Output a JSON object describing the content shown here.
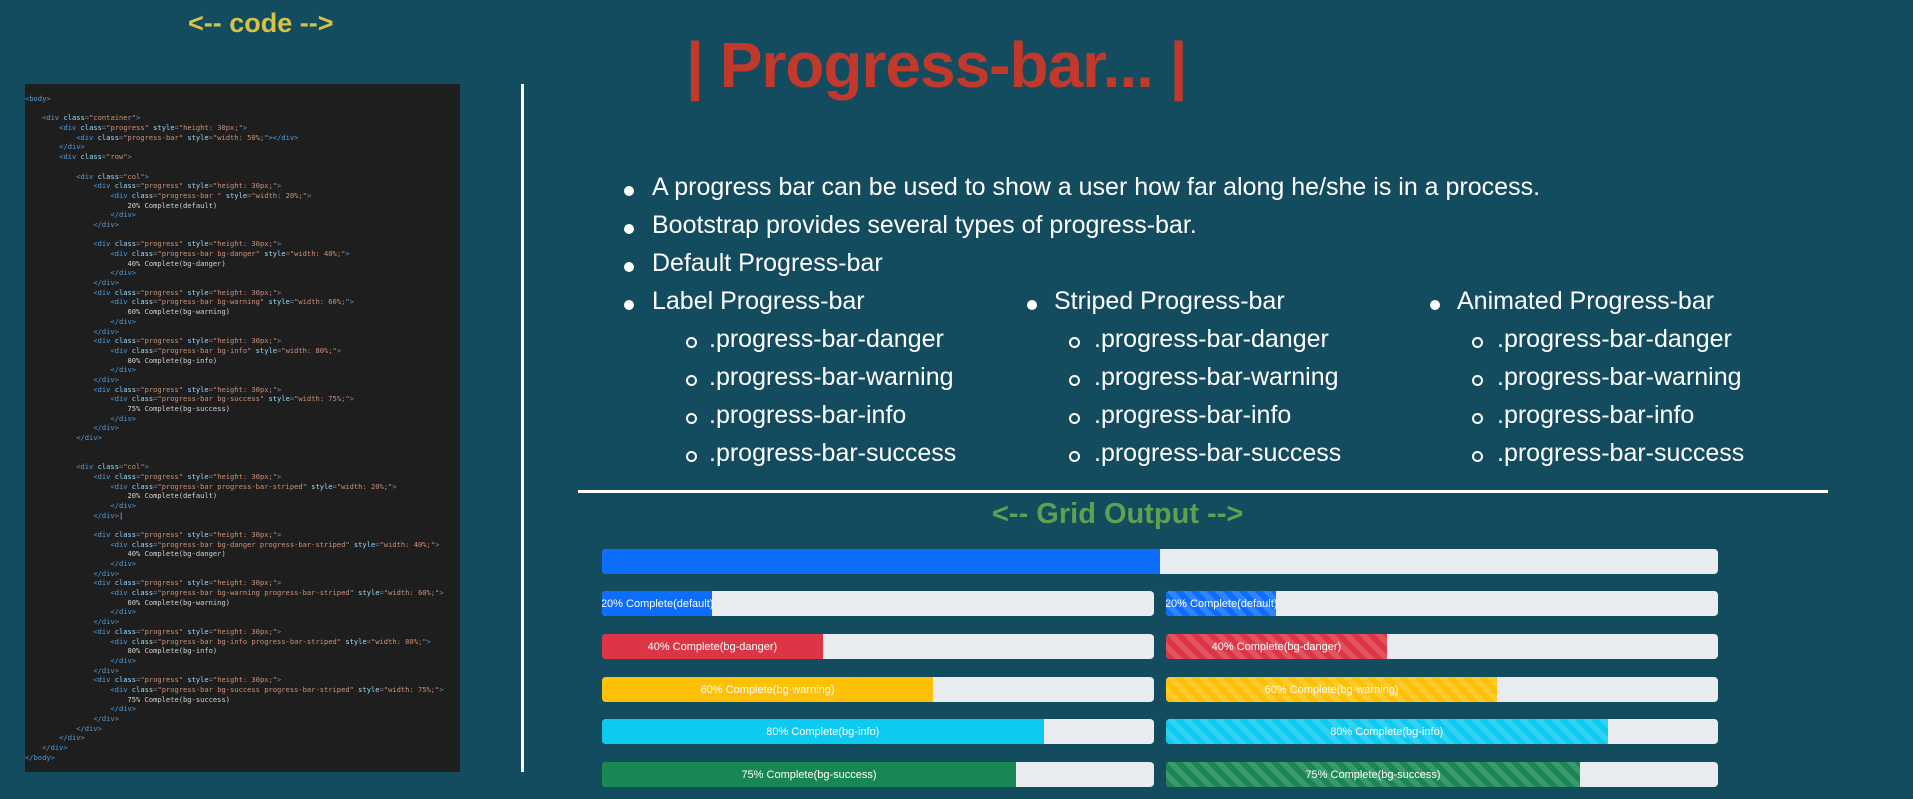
{
  "code_title": "<-- code -->",
  "main_title": "| Progress-bar... |",
  "grid_title": "<-- Grid Output -->",
  "notes": {
    "bullets": [
      "A progress bar can be used to show a user how far along he/she is in a process.",
      "Bootstrap provides several types of progress-bar.",
      "Default Progress-bar"
    ],
    "columns": [
      {
        "heading": "Label Progress-bar",
        "items": [
          ".progress-bar-danger",
          ".progress-bar-warning",
          ".progress-bar-info",
          ".progress-bar-success"
        ]
      },
      {
        "heading": "Striped Progress-bar",
        "items": [
          ".progress-bar-danger",
          ".progress-bar-warning",
          ".progress-bar-info",
          ".progress-bar-success"
        ]
      },
      {
        "heading": "Animated Progress-bar",
        "items": [
          ".progress-bar-danger",
          ".progress-bar-warning",
          ".progress-bar-info",
          ".progress-bar-success"
        ]
      }
    ]
  },
  "colors": {
    "default": "#0d6efd",
    "danger": "#dc3545",
    "warning": "#ffc107",
    "info": "#0dcaf0",
    "success": "#198754"
  },
  "progress": {
    "full": {
      "value": 50,
      "label": "",
      "color": "default"
    },
    "rows": [
      {
        "value": 20,
        "label": "20% Complete(default)",
        "color": "default"
      },
      {
        "value": 40,
        "label": "40% Complete(bg-danger)",
        "color": "danger"
      },
      {
        "value": 60,
        "label": "60% Complete(bg-warning)",
        "color": "warning"
      },
      {
        "value": 80,
        "label": "80% Complete(bg-info)",
        "color": "info"
      },
      {
        "value": 75,
        "label": "75% Complete(bg-success)",
        "color": "success"
      }
    ]
  },
  "code_lines": [
    [
      [
        "kw",
        "<body>"
      ]
    ],
    [],
    [
      [
        "tx",
        "    "
      ],
      [
        "kw",
        "<div "
      ],
      [
        "at",
        "class"
      ],
      [
        "pu",
        "="
      ],
      [
        "st",
        "\"container\""
      ],
      [
        "kw",
        ">"
      ]
    ],
    [
      [
        "tx",
        "        "
      ],
      [
        "kw",
        "<div "
      ],
      [
        "at",
        "class"
      ],
      [
        "pu",
        "="
      ],
      [
        "st",
        "\"progress\" "
      ],
      [
        "at",
        "style"
      ],
      [
        "pu",
        "="
      ],
      [
        "st",
        "\"height: 30px;\""
      ],
      [
        "kw",
        ">"
      ]
    ],
    [
      [
        "tx",
        "            "
      ],
      [
        "kw",
        "<div "
      ],
      [
        "at",
        "class"
      ],
      [
        "pu",
        "="
      ],
      [
        "st",
        "\"progress-bar\" "
      ],
      [
        "at",
        "style"
      ],
      [
        "pu",
        "="
      ],
      [
        "st",
        "\"width: 50%;\""
      ],
      [
        "kw",
        "></div>"
      ]
    ],
    [
      [
        "tx",
        "        "
      ],
      [
        "kw",
        "</div>"
      ]
    ],
    [
      [
        "tx",
        "        "
      ],
      [
        "kw",
        "<div "
      ],
      [
        "at",
        "class"
      ],
      [
        "pu",
        "="
      ],
      [
        "st",
        "\"row\""
      ],
      [
        "kw",
        ">"
      ]
    ],
    [],
    [
      [
        "tx",
        "            "
      ],
      [
        "kw",
        "<div "
      ],
      [
        "at",
        "class"
      ],
      [
        "pu",
        "="
      ],
      [
        "st",
        "\"col\""
      ],
      [
        "kw",
        ">"
      ]
    ],
    [
      [
        "tx",
        "                "
      ],
      [
        "kw",
        "<div "
      ],
      [
        "at",
        "class"
      ],
      [
        "pu",
        "="
      ],
      [
        "st",
        "\"progress\" "
      ],
      [
        "at",
        "style"
      ],
      [
        "pu",
        "="
      ],
      [
        "st",
        "\"height: 30px;\""
      ],
      [
        "kw",
        ">"
      ]
    ],
    [
      [
        "tx",
        "                    "
      ],
      [
        "kw",
        "<div "
      ],
      [
        "at",
        "class"
      ],
      [
        "pu",
        "="
      ],
      [
        "st",
        "\"progress-bar \" "
      ],
      [
        "at",
        "style"
      ],
      [
        "pu",
        "="
      ],
      [
        "st",
        "\"width: 20%;\""
      ],
      [
        "kw",
        ">"
      ]
    ],
    [
      [
        "tx",
        "                        20% Complete(default)"
      ]
    ],
    [
      [
        "tx",
        "                    "
      ],
      [
        "kw",
        "</div>"
      ]
    ],
    [
      [
        "tx",
        "                "
      ],
      [
        "kw",
        "</div>"
      ]
    ],
    [],
    [
      [
        "tx",
        "                "
      ],
      [
        "kw",
        "<div "
      ],
      [
        "at",
        "class"
      ],
      [
        "pu",
        "="
      ],
      [
        "st",
        "\"progress\" "
      ],
      [
        "at",
        "style"
      ],
      [
        "pu",
        "="
      ],
      [
        "st",
        "\"height: 30px;\""
      ],
      [
        "kw",
        ">"
      ]
    ],
    [
      [
        "tx",
        "                    "
      ],
      [
        "kw",
        "<div "
      ],
      [
        "at",
        "class"
      ],
      [
        "pu",
        "="
      ],
      [
        "st",
        "\"progress-bar bg-danger\" "
      ],
      [
        "at",
        "style"
      ],
      [
        "pu",
        "="
      ],
      [
        "st",
        "\"width: 40%;\""
      ],
      [
        "kw",
        ">"
      ]
    ],
    [
      [
        "tx",
        "                        40% Complete(bg-danger)"
      ]
    ],
    [
      [
        "tx",
        "                    "
      ],
      [
        "kw",
        "</div>"
      ]
    ],
    [
      [
        "tx",
        "                "
      ],
      [
        "kw",
        "</div>"
      ]
    ],
    [
      [
        "tx",
        "                "
      ],
      [
        "kw",
        "<div "
      ],
      [
        "at",
        "class"
      ],
      [
        "pu",
        "="
      ],
      [
        "st",
        "\"progress\" "
      ],
      [
        "at",
        "style"
      ],
      [
        "pu",
        "="
      ],
      [
        "st",
        "\"height: 30px;\""
      ],
      [
        "kw",
        ">"
      ]
    ],
    [
      [
        "tx",
        "                    "
      ],
      [
        "kw",
        "<div "
      ],
      [
        "at",
        "class"
      ],
      [
        "pu",
        "="
      ],
      [
        "st",
        "\"progress-bar bg-warning\" "
      ],
      [
        "at",
        "style"
      ],
      [
        "pu",
        "="
      ],
      [
        "st",
        "\"width: 60%;\""
      ],
      [
        "kw",
        ">"
      ]
    ],
    [
      [
        "tx",
        "                        60% Complete(bg-warning)"
      ]
    ],
    [
      [
        "tx",
        "                    "
      ],
      [
        "kw",
        "</div>"
      ]
    ],
    [
      [
        "tx",
        "                "
      ],
      [
        "kw",
        "</div>"
      ]
    ],
    [
      [
        "tx",
        "                "
      ],
      [
        "kw",
        "<div "
      ],
      [
        "at",
        "class"
      ],
      [
        "pu",
        "="
      ],
      [
        "st",
        "\"progress\" "
      ],
      [
        "at",
        "style"
      ],
      [
        "pu",
        "="
      ],
      [
        "st",
        "\"height: 30px;\""
      ],
      [
        "kw",
        ">"
      ]
    ],
    [
      [
        "tx",
        "                    "
      ],
      [
        "kw",
        "<div "
      ],
      [
        "at",
        "class"
      ],
      [
        "pu",
        "="
      ],
      [
        "st",
        "\"progress-bar bg-info\" "
      ],
      [
        "at",
        "style"
      ],
      [
        "pu",
        "="
      ],
      [
        "st",
        "\"width: 80%;\""
      ],
      [
        "kw",
        ">"
      ]
    ],
    [
      [
        "tx",
        "                        80% Complete(bg-info)"
      ]
    ],
    [
      [
        "tx",
        "                    "
      ],
      [
        "kw",
        "</div>"
      ]
    ],
    [
      [
        "tx",
        "                "
      ],
      [
        "kw",
        "</div>"
      ]
    ],
    [
      [
        "tx",
        "                "
      ],
      [
        "kw",
        "<div "
      ],
      [
        "at",
        "class"
      ],
      [
        "pu",
        "="
      ],
      [
        "st",
        "\"progress\" "
      ],
      [
        "at",
        "style"
      ],
      [
        "pu",
        "="
      ],
      [
        "st",
        "\"height: 30px;\""
      ],
      [
        "kw",
        ">"
      ]
    ],
    [
      [
        "tx",
        "                    "
      ],
      [
        "kw",
        "<div "
      ],
      [
        "at",
        "class"
      ],
      [
        "pu",
        "="
      ],
      [
        "st",
        "\"progress-bar bg-success\" "
      ],
      [
        "at",
        "style"
      ],
      [
        "pu",
        "="
      ],
      [
        "st",
        "\"width: 75%;\""
      ],
      [
        "kw",
        ">"
      ]
    ],
    [
      [
        "tx",
        "                        75% Complete(bg-success)"
      ]
    ],
    [
      [
        "tx",
        "                    "
      ],
      [
        "kw",
        "</div>"
      ]
    ],
    [
      [
        "tx",
        "                "
      ],
      [
        "kw",
        "</div>"
      ]
    ],
    [
      [
        "tx",
        "            "
      ],
      [
        "kw",
        "</div>"
      ]
    ],
    [],
    [],
    [
      [
        "tx",
        "            "
      ],
      [
        "kw",
        "<div "
      ],
      [
        "at",
        "class"
      ],
      [
        "pu",
        "="
      ],
      [
        "st",
        "\"col\""
      ],
      [
        "kw",
        ">"
      ]
    ],
    [
      [
        "tx",
        "                "
      ],
      [
        "kw",
        "<div "
      ],
      [
        "at",
        "class"
      ],
      [
        "pu",
        "="
      ],
      [
        "st",
        "\"progress\" "
      ],
      [
        "at",
        "style"
      ],
      [
        "pu",
        "="
      ],
      [
        "st",
        "\"height: 30px;\""
      ],
      [
        "kw",
        ">"
      ]
    ],
    [
      [
        "tx",
        "                    "
      ],
      [
        "kw",
        "<div "
      ],
      [
        "at",
        "class"
      ],
      [
        "pu",
        "="
      ],
      [
        "st",
        "\"progress-bar progress-bar-striped\" "
      ],
      [
        "at",
        "style"
      ],
      [
        "pu",
        "="
      ],
      [
        "st",
        "\"width: 20%;\""
      ],
      [
        "kw",
        ">"
      ]
    ],
    [
      [
        "tx",
        "                        20% Complete(default)"
      ]
    ],
    [
      [
        "tx",
        "                    "
      ],
      [
        "kw",
        "</div>"
      ]
    ],
    [
      [
        "tx",
        "                "
      ],
      [
        "kw",
        "</div>"
      ],
      [
        "tx",
        "|"
      ]
    ],
    [],
    [
      [
        "tx",
        "                "
      ],
      [
        "kw",
        "<div "
      ],
      [
        "at",
        "class"
      ],
      [
        "pu",
        "="
      ],
      [
        "st",
        "\"progress\" "
      ],
      [
        "at",
        "style"
      ],
      [
        "pu",
        "="
      ],
      [
        "st",
        "\"height: 30px;\""
      ],
      [
        "kw",
        ">"
      ]
    ],
    [
      [
        "tx",
        "                    "
      ],
      [
        "kw",
        "<div "
      ],
      [
        "at",
        "class"
      ],
      [
        "pu",
        "="
      ],
      [
        "st",
        "\"progress-bar bg-danger progress-bar-striped\" "
      ],
      [
        "at",
        "style"
      ],
      [
        "pu",
        "="
      ],
      [
        "st",
        "\"width: 40%;\""
      ],
      [
        "kw",
        ">"
      ]
    ],
    [
      [
        "tx",
        "                        40% Complete(bg-danger)"
      ]
    ],
    [
      [
        "tx",
        "                    "
      ],
      [
        "kw",
        "</div>"
      ]
    ],
    [
      [
        "tx",
        "                "
      ],
      [
        "kw",
        "</div>"
      ]
    ],
    [
      [
        "tx",
        "                "
      ],
      [
        "kw",
        "<div "
      ],
      [
        "at",
        "class"
      ],
      [
        "pu",
        "="
      ],
      [
        "st",
        "\"progress\" "
      ],
      [
        "at",
        "style"
      ],
      [
        "pu",
        "="
      ],
      [
        "st",
        "\"height: 30px;\""
      ],
      [
        "kw",
        ">"
      ]
    ],
    [
      [
        "tx",
        "                    "
      ],
      [
        "kw",
        "<div "
      ],
      [
        "at",
        "class"
      ],
      [
        "pu",
        "="
      ],
      [
        "st",
        "\"progress-bar bg-warning progress-bar-striped\" "
      ],
      [
        "at",
        "style"
      ],
      [
        "pu",
        "="
      ],
      [
        "st",
        "\"width: 60%;\""
      ],
      [
        "kw",
        ">"
      ]
    ],
    [
      [
        "tx",
        "                        60% Complete(bg-warning)"
      ]
    ],
    [
      [
        "tx",
        "                    "
      ],
      [
        "kw",
        "</div>"
      ]
    ],
    [
      [
        "tx",
        "                "
      ],
      [
        "kw",
        "</div>"
      ]
    ],
    [
      [
        "tx",
        "                "
      ],
      [
        "kw",
        "<div "
      ],
      [
        "at",
        "class"
      ],
      [
        "pu",
        "="
      ],
      [
        "st",
        "\"progress\" "
      ],
      [
        "at",
        "style"
      ],
      [
        "pu",
        "="
      ],
      [
        "st",
        "\"height: 30px;\""
      ],
      [
        "kw",
        ">"
      ]
    ],
    [
      [
        "tx",
        "                    "
      ],
      [
        "kw",
        "<div "
      ],
      [
        "at",
        "class"
      ],
      [
        "pu",
        "="
      ],
      [
        "st",
        "\"progress-bar bg-info progress-bar-striped\" "
      ],
      [
        "at",
        "style"
      ],
      [
        "pu",
        "="
      ],
      [
        "st",
        "\"width: 80%;\""
      ],
      [
        "kw",
        ">"
      ]
    ],
    [
      [
        "tx",
        "                        80% Complete(bg-info)"
      ]
    ],
    [
      [
        "tx",
        "                    "
      ],
      [
        "kw",
        "</div>"
      ]
    ],
    [
      [
        "tx",
        "                "
      ],
      [
        "kw",
        "</div>"
      ]
    ],
    [
      [
        "tx",
        "                "
      ],
      [
        "kw",
        "<div "
      ],
      [
        "at",
        "class"
      ],
      [
        "pu",
        "="
      ],
      [
        "st",
        "\"progress\" "
      ],
      [
        "at",
        "style"
      ],
      [
        "pu",
        "="
      ],
      [
        "st",
        "\"height: 30px;\""
      ],
      [
        "kw",
        ">"
      ]
    ],
    [
      [
        "tx",
        "                    "
      ],
      [
        "kw",
        "<div "
      ],
      [
        "at",
        "class"
      ],
      [
        "pu",
        "="
      ],
      [
        "st",
        "\"progress-bar bg-success progress-bar-striped\" "
      ],
      [
        "at",
        "style"
      ],
      [
        "pu",
        "="
      ],
      [
        "st",
        "\"width: 75%;\""
      ],
      [
        "kw",
        ">"
      ]
    ],
    [
      [
        "tx",
        "                        75% Complete(bg-success)"
      ]
    ],
    [
      [
        "tx",
        "                    "
      ],
      [
        "kw",
        "</div>"
      ]
    ],
    [
      [
        "tx",
        "                "
      ],
      [
        "kw",
        "</div>"
      ]
    ],
    [
      [
        "tx",
        "            "
      ],
      [
        "kw",
        "</div>"
      ]
    ],
    [
      [
        "tx",
        "        "
      ],
      [
        "kw",
        "</div>"
      ]
    ],
    [
      [
        "tx",
        "    "
      ],
      [
        "kw",
        "</div>"
      ]
    ],
    [
      [
        "kw",
        "</body>"
      ]
    ]
  ]
}
